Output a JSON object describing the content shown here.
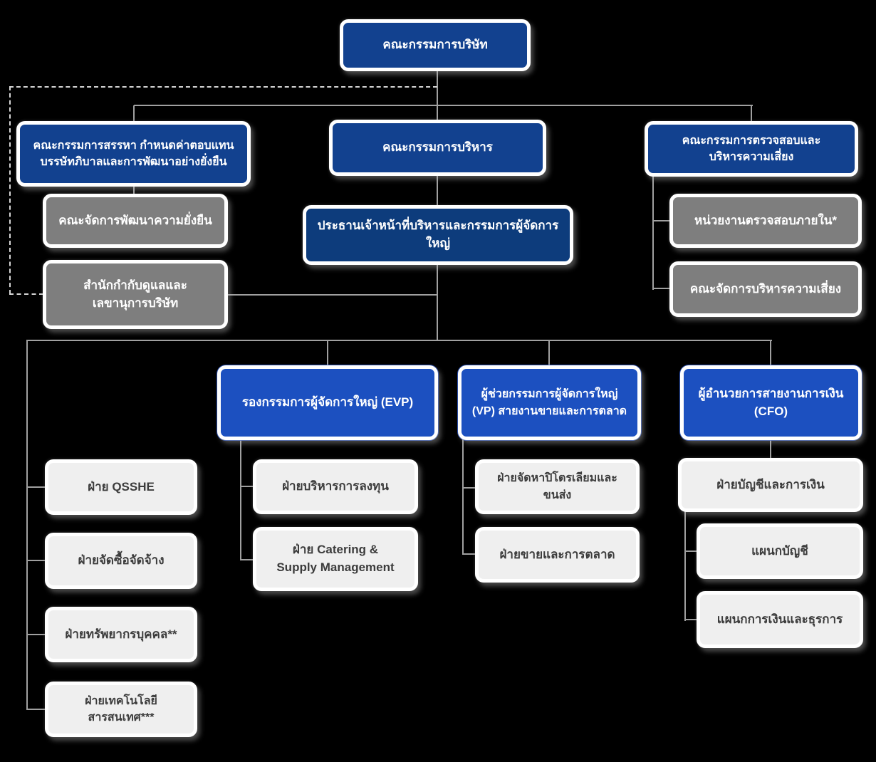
{
  "title": "Organization chart",
  "colors": {
    "background": "#000000",
    "committee_blue": "#12418F",
    "ceo_blue": "#0D3C7C",
    "executive_blue": "#1C50C0",
    "management_gray": "#7E7E7E",
    "department_light": "#EFEFEF",
    "department_text": "#3C3C3C",
    "connector": "#A0A0A0",
    "dashed_connector": "#D6D6D6"
  },
  "nodes": {
    "board": {
      "lines": [
        "คณะกรรมการบริษัท"
      ]
    },
    "nomination_committee": {
      "lines": [
        "คณะกรรมการสรรหา กำหนดค่าตอบแทน",
        "บรรษัทภิบาลและการพัฒนาอย่างยั่งยืน"
      ]
    },
    "sustainability_management": {
      "lines": [
        "คณะจัดการพัฒนาความยั่งยืน"
      ]
    },
    "corporate_secretary_office": {
      "lines": [
        "สำนักกำกับดูแลและ",
        "เลขานุการบริษัท"
      ]
    },
    "executive_committee": {
      "lines": [
        "คณะกรรมการบริหาร"
      ]
    },
    "ceo": {
      "lines": [
        "ประธานเจ้าหน้าที่บริหารและกรรมการผู้จัดการใหญ่"
      ]
    },
    "audit_risk_committee": {
      "lines": [
        "คณะกรรมการตรวจสอบและ",
        "บริหารความเสี่ยง"
      ]
    },
    "internal_audit": {
      "lines": [
        "หน่วยงานตรวจสอบภายใน*"
      ]
    },
    "risk_management": {
      "lines": [
        "คณะจัดการบริหารความเสี่ยง"
      ]
    },
    "evp": {
      "lines": [
        "รองกรรมการผู้จัดการใหญ่ (EVP)"
      ]
    },
    "vp_sales_marketing": {
      "lines": [
        "ผู้ช่วยกรรมการผู้จัดการใหญ่",
        "(VP) สายงานขายและการตลาด"
      ]
    },
    "cfo": {
      "lines": [
        "ผู้อำนวยการสายงานการเงิน",
        "(CFO)"
      ]
    },
    "qsshe": {
      "lines": [
        "ฝ่าย QSSHE"
      ]
    },
    "procurement": {
      "lines": [
        "ฝ่ายจัดซื้อจัดจ้าง"
      ]
    },
    "human_resources": {
      "lines": [
        "ฝ่ายทรัพยากรบุคคล**"
      ]
    },
    "information_technology": {
      "lines": [
        "ฝ่ายเทคโนโลยีสารสนเทศ***"
      ]
    },
    "investment_management": {
      "lines": [
        "ฝ่ายบริหารการลงทุน"
      ]
    },
    "catering_supply": {
      "lines": [
        "ฝ่าย Catering &",
        "Supply Management"
      ]
    },
    "petroleum_logistics": {
      "lines": [
        "ฝ่ายจัดหาปิโตรเลียมและขนส่ง"
      ]
    },
    "sales_marketing": {
      "lines": [
        "ฝ่ายขายและการตลาด"
      ]
    },
    "accounting_finance": {
      "lines": [
        "ฝ่ายบัญชีและการเงิน"
      ]
    },
    "accounting_dept": {
      "lines": [
        "แผนกบัญชี"
      ]
    },
    "finance_admin_dept": {
      "lines": [
        "แผนกการเงินและธุรการ"
      ]
    }
  }
}
